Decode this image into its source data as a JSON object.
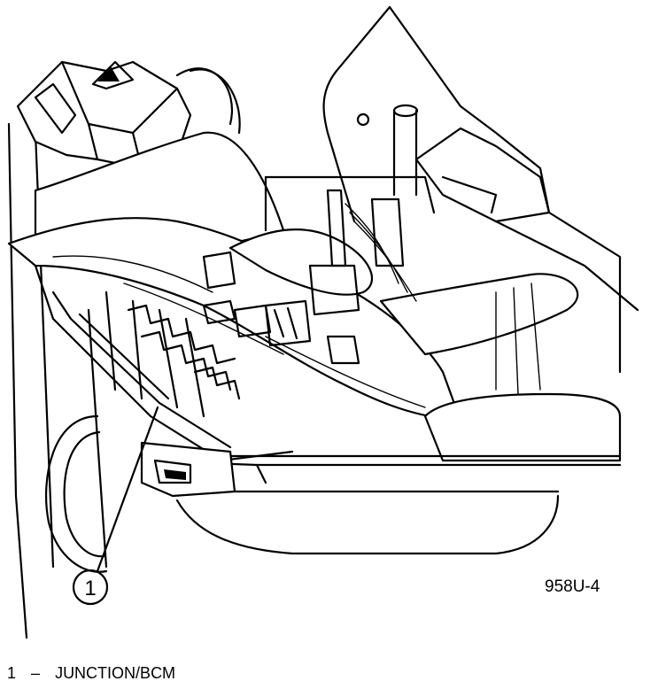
{
  "callout": {
    "number": "1"
  },
  "figure_id": "958U-4",
  "legend": [
    {
      "number": "1",
      "separator": "–",
      "label": "JUNCTION/BCM"
    }
  ]
}
